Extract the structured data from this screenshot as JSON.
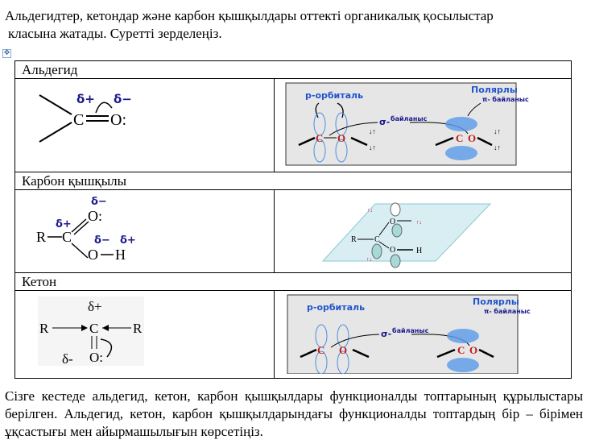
{
  "intro": {
    "line1": "Альдегидтер, кетондар және карбон қышқылдары оттекті органикалық қосылыстар",
    "line2": "класына жатады. Суретті зерделеңіз."
  },
  "table": {
    "rows": [
      {
        "header": "Альдегид"
      },
      {
        "header": "Карбон қышқылы"
      },
      {
        "header": "Кетон"
      }
    ],
    "aldehyde": {
      "delta_plus": "δ+",
      "delta_minus": "δ−",
      "C": "C",
      "O": "O:"
    },
    "acid": {
      "delta_minus_top": "δ−",
      "delta_plus": "δ+",
      "delta_minus_oh": "δ−",
      "delta_plus_h": "δ+",
      "R": "R",
      "C": "C",
      "O1": "O:",
      "O2": "O",
      "H": "H"
    },
    "acid_3d": {
      "R": "R",
      "C": "C",
      "O": "O",
      "H": "H",
      "spin": "↑↓"
    },
    "ketone": {
      "delta_plus": "δ+",
      "delta_minus": "δ-",
      "R": "R",
      "C": "C",
      "O": "O:"
    },
    "orbital": {
      "p_orbital": "p-орбиталь",
      "polar": "Полярлы",
      "pi_bond": "π- байланыс",
      "sigma": "σ-",
      "sigma_bond": "байланыс",
      "C": "C",
      "O": "O",
      "spin": "↓↑"
    }
  },
  "outro": "Сізге кестеде альдегид, кетон, карбон қышқылдары функционалды топтарының құрылыстары берілген. Альдегид, кетон, карбон қышқылдарындағы функционалды топтардың бір – бірімен ұқсастығы мен айырмашылығын көрсетіңіз.",
  "colors": {
    "blue_label": "#1a1a8c",
    "orbital_blue": "#4a8fe0",
    "atom_red": "#c01818",
    "panel_gray": "#e6e6e6",
    "plane": "#d8eef2"
  }
}
